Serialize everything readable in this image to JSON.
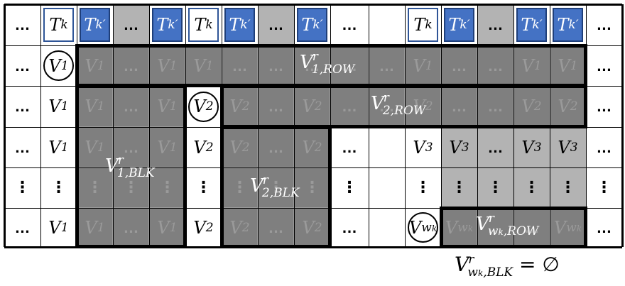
{
  "diagram": {
    "columns": 17,
    "rows": 6,
    "header_row": [
      {
        "text": "…",
        "style": "plain"
      },
      {
        "text": "T",
        "sub": "k",
        "style": "tk"
      },
      {
        "text": "T",
        "sub": "k′",
        "style": "tkp"
      },
      {
        "text": "…",
        "style": "gray"
      },
      {
        "text": "T",
        "sub": "k′",
        "style": "tkp"
      },
      {
        "text": "T",
        "sub": "k",
        "style": "tk"
      },
      {
        "text": "T",
        "sub": "k′",
        "style": "tkp"
      },
      {
        "text": "…",
        "style": "gray"
      },
      {
        "text": "T",
        "sub": "k′",
        "style": "tkp"
      },
      {
        "text": "…",
        "style": "plain"
      },
      {
        "text": "",
        "style": "plain"
      },
      {
        "text": "T",
        "sub": "k",
        "style": "tk"
      },
      {
        "text": "T",
        "sub": "k′",
        "style": "tkp"
      },
      {
        "text": "…",
        "style": "gray"
      },
      {
        "text": "T",
        "sub": "k′",
        "style": "tkp"
      },
      {
        "text": "T",
        "sub": "k′",
        "style": "tkp"
      },
      {
        "text": "…",
        "style": "plain"
      }
    ],
    "body_rows": [
      [
        "…",
        "V1",
        "V1",
        "…",
        "V1",
        "V1",
        "…",
        "…",
        "…",
        "…",
        "…",
        "V1",
        "…",
        "…",
        "V1",
        "V1",
        "…"
      ],
      [
        "…",
        "V1",
        "V1",
        "…",
        "V1",
        "V2",
        "V2",
        "…",
        "V2",
        "…",
        "…",
        "V2",
        "…",
        "…",
        "V2",
        "V2",
        "…"
      ],
      [
        "…",
        "V1",
        "V1",
        "…",
        "V1",
        "V2",
        "V2",
        "…",
        "V2",
        "…",
        "",
        "V3",
        "V3",
        "…",
        "V3",
        "V3",
        "…"
      ],
      [
        "⋮",
        "⋮",
        "⋮",
        "⋮",
        "⋮",
        "⋮",
        "⋮",
        "⋮",
        "⋮",
        "⋮",
        "",
        "⋮",
        "⋮",
        "⋮",
        "⋮",
        "⋮",
        "⋮"
      ],
      [
        "…",
        "V1",
        "V1",
        "…",
        "V1",
        "V2",
        "V2",
        "…",
        "V2",
        "…",
        "",
        "Vwk",
        "Vwk",
        "…",
        "…",
        "Vwk",
        "…"
      ]
    ],
    "labels": {
      "v1_row": {
        "main": "V",
        "sup": "r",
        "sub": "1,ROW"
      },
      "v2_row": {
        "main": "V",
        "sup": "r",
        "sub": "2,ROW"
      },
      "v1_blk": {
        "main": "V",
        "sup": "r",
        "sub": "1,BLK"
      },
      "v2_blk": {
        "main": "V",
        "sup": "r",
        "sub": "2,BLK"
      },
      "vwk_row": {
        "main": "V",
        "sup": "r",
        "sub": "w",
        "subsub": "k",
        "sub_tail": ",ROW"
      },
      "vwk_blk_eq": {
        "main": "V",
        "sup": "r",
        "sub": "w",
        "subsub": "k",
        "sub_tail": ",BLK",
        "rhs": "= ∅"
      }
    },
    "colors": {
      "tk_border": "#2f5597",
      "tkp_fill": "#4472c4",
      "gray_fill": "#b3b3b3",
      "dark_fill": "#7f7f7f",
      "faded_text": "#9a9a9a"
    }
  }
}
